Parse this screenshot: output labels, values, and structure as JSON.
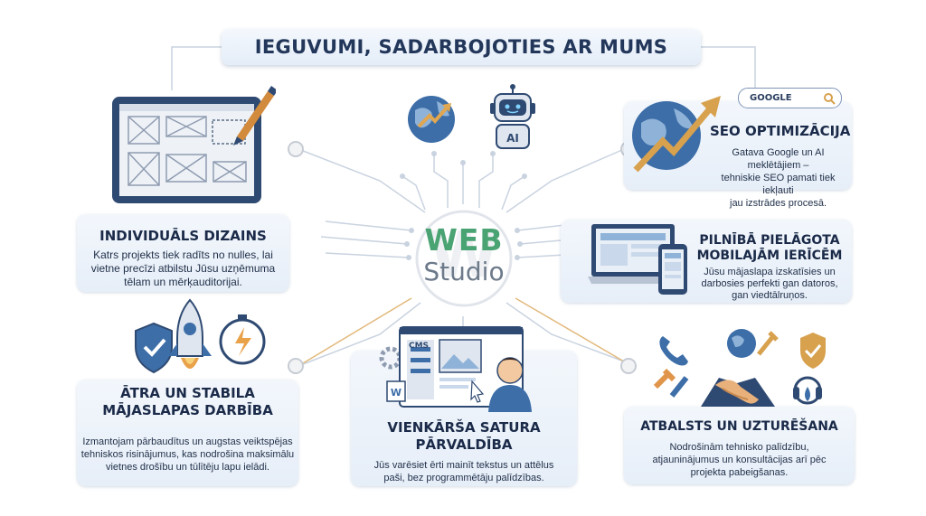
{
  "title": "IEGUVUMI, SADARBOJOTIES AR MUMS",
  "center_logo": {
    "line1": "WEB",
    "line2": "Studio"
  },
  "search_bar": {
    "text": "GOOGLE"
  },
  "robot_label": "AI",
  "cms_label": "CMS",
  "benefits": {
    "design": {
      "title": "INDIVIDUĀLS DIZAINS",
      "desc": [
        "Katrs projekts tiek radīts no nulles, lai",
        "vietne precīzi atbilstu Jūsu uzņēmuma",
        "tēlam un mērķauditorijai."
      ]
    },
    "seo": {
      "title": "SEO OPTIMIZĀCIJA",
      "desc": [
        "Gatava Google un AI meklētājiem –",
        "tehniskie SEO pamati tiek iekļauti",
        "jau izstrādes procesā."
      ]
    },
    "mobile": {
      "title": [
        "PILNĪBĀ PIELĀGOTA",
        "MOBILAJĀM IERĪCĒM"
      ],
      "desc": [
        "Jūsu mājaslapa izskatīsies un",
        "darbosies perfekti gan datoros,",
        "gan viedtālruņos."
      ]
    },
    "speed": {
      "title": [
        "ĀTRA UN STABILA",
        "MĀJASLAPAS DARBĪBA"
      ],
      "desc": [
        "Izmantojam pārbaudītus un augstas veiktspējas",
        "tehniskos risinājumus, kas nodrošina maksimālu",
        "vietnes drošību un tūlītēju lapu ielādi."
      ]
    },
    "cms": {
      "title": [
        "VIENKĀRŠA SATURA",
        "PĀRVALDĪBA"
      ],
      "desc": [
        "Jūs varēsiet ērti mainīt tekstus un attēlus",
        "paši, bez programmētāju palīdzības."
      ]
    },
    "support": {
      "title": "ATBALSTS UN UZTURĒŠANA",
      "desc": [
        "Nodrošinām tehnisko palīdzību,",
        "atjauninājumus un konsultācijas arī pēc",
        "projekta pabeigšanas."
      ]
    }
  },
  "colors": {
    "accent_blue": "#3f6fb3",
    "logo_green": "#4aa373",
    "card_bg": "#eaf1f9",
    "arrow_orange": "#d7a14e"
  }
}
